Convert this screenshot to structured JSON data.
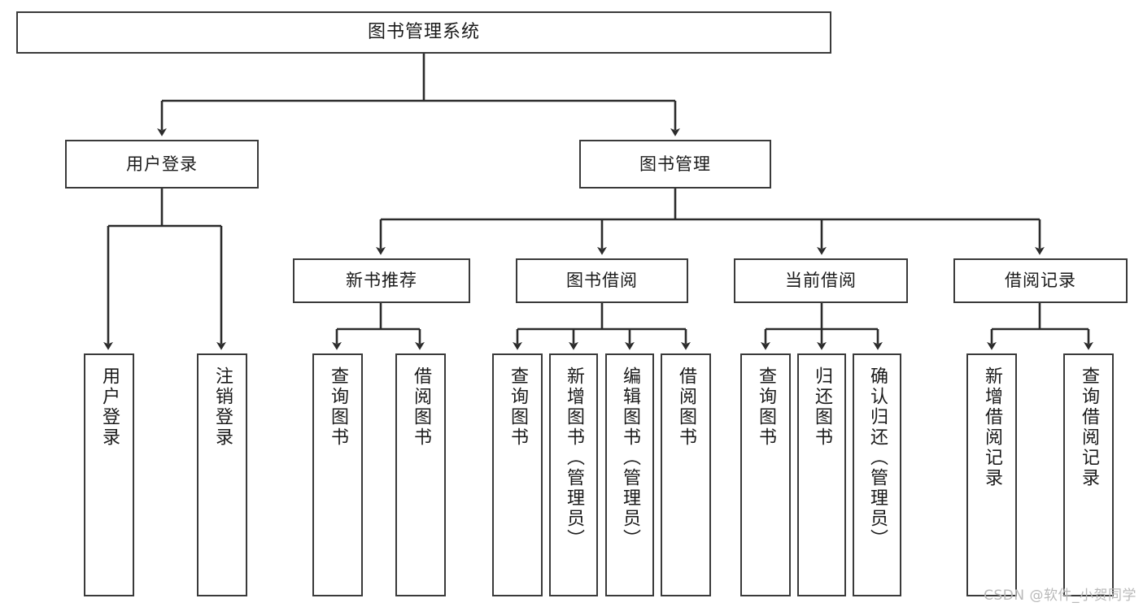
{
  "diagram": {
    "type": "tree",
    "title": "图书管理系统",
    "orientation": "top-down",
    "colors": {
      "box_border": "#3a3a3a",
      "box_fill": "#ffffff",
      "edge": "#2b2b2b",
      "text": "#1a1a1a",
      "watermark": "#b9b9b9"
    },
    "nodes": {
      "root": {
        "label": "图书管理系统"
      },
      "level2": [
        {
          "id": "user-login",
          "label": "用户登录"
        },
        {
          "id": "book-manage",
          "label": "图书管理"
        }
      ],
      "level3": [
        {
          "id": "new-book-recommend",
          "label": "新书推荐"
        },
        {
          "id": "book-borrow",
          "label": "图书借阅"
        },
        {
          "id": "current-borrow",
          "label": "当前借阅"
        },
        {
          "id": "borrow-record",
          "label": "借阅记录"
        }
      ],
      "leaves": [
        {
          "id": "leaf-user-login",
          "label": "用户登录",
          "parent": "user-login"
        },
        {
          "id": "leaf-user-logout",
          "label": "注销登录",
          "parent": "user-login"
        },
        {
          "id": "leaf-query-book-1",
          "label": "查询图书",
          "parent": "new-book-recommend"
        },
        {
          "id": "leaf-borrow-book-1",
          "label": "借阅图书",
          "parent": "new-book-recommend"
        },
        {
          "id": "leaf-query-book-2",
          "label": "查询图书",
          "parent": "book-borrow"
        },
        {
          "id": "leaf-add-book",
          "label": "新增图书（管理员）",
          "parent": "book-borrow"
        },
        {
          "id": "leaf-edit-book",
          "label": "编辑图书（管理员）",
          "parent": "book-borrow"
        },
        {
          "id": "leaf-borrow-book-2",
          "label": "借阅图书",
          "parent": "book-borrow"
        },
        {
          "id": "leaf-query-book-3",
          "label": "查询图书",
          "parent": "current-borrow"
        },
        {
          "id": "leaf-return-book",
          "label": "归还图书",
          "parent": "current-borrow"
        },
        {
          "id": "leaf-confirm-return",
          "label": "确认归还（管理员）",
          "parent": "current-borrow"
        },
        {
          "id": "leaf-add-record",
          "label": "新增借阅记录",
          "parent": "borrow-record"
        },
        {
          "id": "leaf-query-record",
          "label": "查询借阅记录",
          "parent": "borrow-record"
        }
      ]
    },
    "watermark": "CSDN @软件_小贺同学"
  }
}
